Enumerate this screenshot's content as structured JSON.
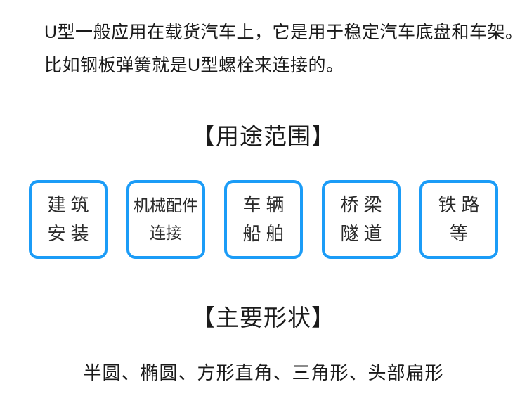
{
  "colors": {
    "accent": "#1B9CF7",
    "text": "#1A1A1A"
  },
  "intro": {
    "line1": "U型一般应用在载货汽车上，它是用于稳定汽车底盘和车架。",
    "line2": "比如钢板弹簧就是U型螺栓来连接的。"
  },
  "usage": {
    "title": "【用途范围】",
    "boxes": [
      {
        "line1": "建筑",
        "line2": "安装"
      },
      {
        "line1": "机械配件",
        "line2": "连接"
      },
      {
        "line1": "车辆",
        "line2": "船舶"
      },
      {
        "line1": "桥梁",
        "line2": "隧道"
      },
      {
        "line1": "铁路",
        "line2": "等"
      }
    ]
  },
  "shapes": {
    "title": "【主要形状】",
    "text": "半圆、椭圆、方形直角、三角形、头部扁形"
  }
}
